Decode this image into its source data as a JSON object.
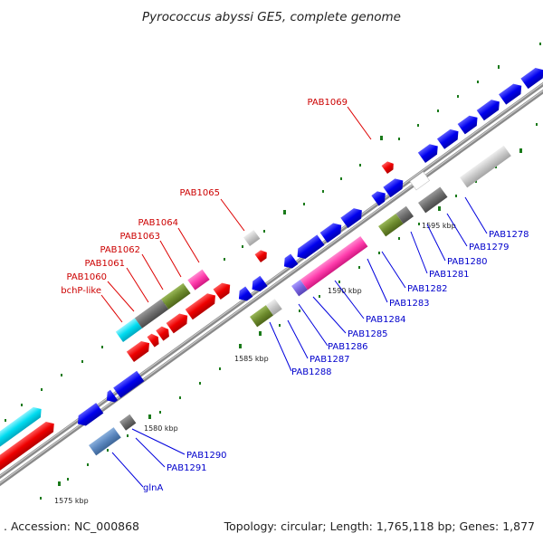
{
  "title": "Pyrococcus abyssi GE5, complete genome",
  "footer": {
    "accession": ". Accession: NC_000868",
    "summary": "Topology: circular; Length: 1,765,118 bp; Genes: 1,877"
  },
  "scale_labels": [
    "1575 kbp",
    "1580 kbp",
    "1585 kbp",
    "1590 kbp",
    "1595 kbp"
  ],
  "gene_labels_red": [
    "PAB1069",
    "PAB1065",
    "PAB1064",
    "PAB1063",
    "PAB1062",
    "PAB1061",
    "PAB1060",
    "bchP-like"
  ],
  "gene_labels_blue": [
    "PAB1278",
    "PAB1279",
    "PAB1280",
    "PAB1281",
    "PAB1282",
    "PAB1283",
    "PAB1284",
    "PAB1285",
    "PAB1286",
    "PAB1287",
    "PAB1288",
    "PAB1290",
    "PAB1291",
    "glnA"
  ],
  "colors": {
    "forward": "#ff0000",
    "reverse": "#0000ff",
    "backbone": "#808080",
    "tick": "#1a7a1a",
    "label_red": "#cc0000",
    "label_blue": "#0000cc"
  }
}
